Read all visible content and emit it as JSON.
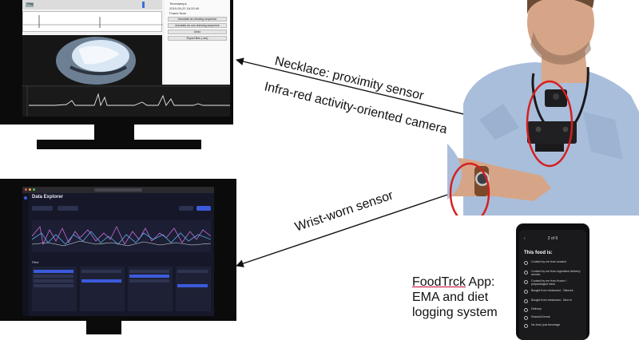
{
  "labels": {
    "necklace": "Necklace: proximity sensor",
    "camera": "Infra-red activity-oriented camera",
    "wrist": "Wrist-worn sensor"
  },
  "app_caption": {
    "name": "FoodTrck",
    "name_suffix": " App:",
    "line2": "EMA and diet",
    "line3": "logging system"
  },
  "monitor1": {
    "play_label": "Play",
    "panel_title": "Timestamps",
    "timestamp": "2019-09-22 16:33:49",
    "frame_label": "Frame Num",
    "buttons": [
      "Annotate as chewing sequence",
      "Annotate as non chewing sequence",
      "Undo",
      "Export files (.csv)"
    ]
  },
  "monitor2": {
    "title": "Data Explorer",
    "filter_label": "Filter"
  },
  "phone": {
    "page": "2 of 6",
    "question": "This food is:",
    "options": [
      "Cooked by me from scratch",
      "Cooked by me from ingredient delivery service",
      "Cooked by me from frozen / prepackaged meal",
      "Bought from restaurant - Takeout",
      "Bought from restaurant - Dine in",
      "Delivery",
      "Snacks/Cereal",
      "No food, just beverage"
    ]
  },
  "colors": {
    "highlight_circle": "#d42020",
    "arrow": "#111111",
    "app_accent": "#3b5bdb"
  }
}
